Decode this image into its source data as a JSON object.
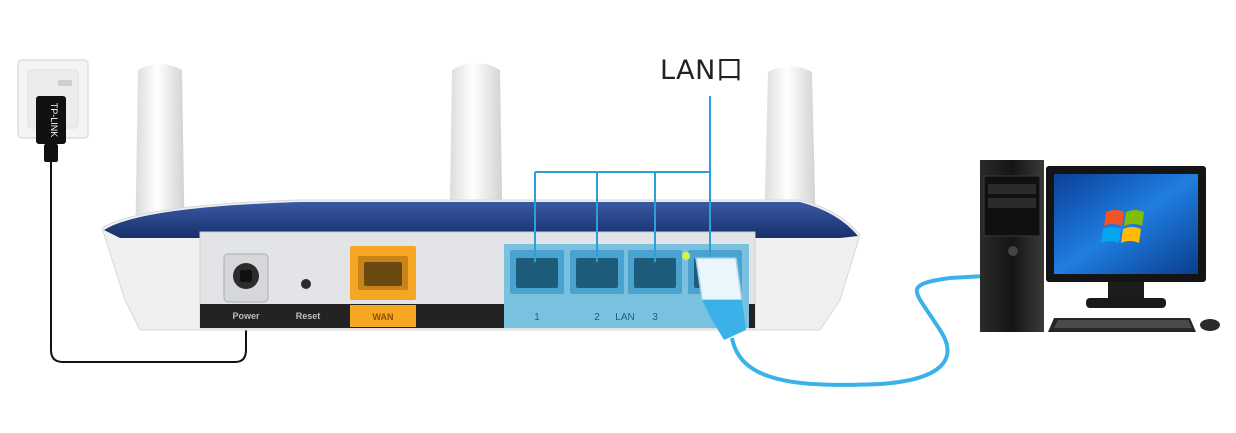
{
  "callout": {
    "label": "LAN口"
  },
  "router": {
    "labels": {
      "power": "Power",
      "reset": "Reset",
      "wan": "WAN",
      "lan": "LAN",
      "port_1": "1",
      "port_2": "2",
      "port_3": "3"
    }
  },
  "adapter": {
    "brand": "TP-LINK"
  },
  "colors": {
    "router_top": "#1f3e85",
    "router_body": "#f0f0f0",
    "panel": "#e2e4e7",
    "wan_port": "#f5a623",
    "lan_panel": "#7ac1df",
    "lan_port": "#4aa3cf",
    "callout_line": "#2a9fd8",
    "ethernet_cable": "#3bb1ea",
    "power_cord": "#111111",
    "monitor_screen": "#1a6fd0",
    "tower": "#1c1c1c"
  },
  "icons": [
    "power-adapter-icon",
    "windows-logo-icon",
    "ethernet-plug-icon",
    "power-socket-icon"
  ]
}
